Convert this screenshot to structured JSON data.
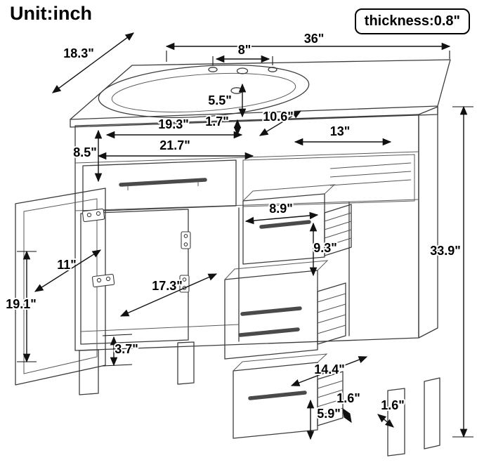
{
  "title": "Unit:inch",
  "thickness_badge": "thickness:0.8\"",
  "labels": {
    "dim_36": "36\"",
    "dim_18_3": "18.3\"",
    "dim_8": "8\"",
    "dim_5_5": "5.5\"",
    "dim_1_7": "1.7\"",
    "dim_10_6": "10.6\"",
    "dim_19_3": "19.3\"",
    "dim_13": "13\"",
    "dim_21_7": "21.7\"",
    "dim_8_5": "8.5\"",
    "dim_8_9": "8.9\"",
    "dim_9_3": "9.3\"",
    "dim_11": "11\"",
    "dim_17_3": "17.3\"",
    "dim_19_1": "19.1\"",
    "dim_3_7": "3.7\"",
    "dim_33_9": "33.9\"",
    "dim_14_4": "14.4\"",
    "dim_1_6_side": "1.6\"",
    "dim_1_6_leg": "1.6\"",
    "dim_5_9": "5.9\""
  }
}
